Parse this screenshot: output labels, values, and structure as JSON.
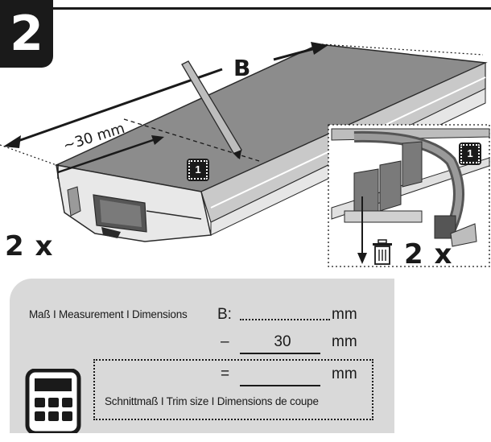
{
  "step": {
    "number": "2"
  },
  "illustration": {
    "dimension_label": "B",
    "cut_offset_label": "~30 mm",
    "quantity_main": "2 x",
    "quantity_inset": "2 x",
    "marker_main": "1",
    "marker_inset": "1",
    "icons": [
      "pencil-icon",
      "hacksaw-icon",
      "trash-icon",
      "calculator-icon"
    ]
  },
  "measurement": {
    "label": "Maß I Measurement I Dimensions",
    "b_label": "B:",
    "unit": "mm",
    "minus_sign": "–",
    "subtract_value": "30",
    "equals_sign": "=",
    "trim_label": "Schnittmaß I Trim size I Dimensions de coupe"
  },
  "colors": {
    "panel_bg": "#d9d9d9",
    "rail_top": "#8c8c8c",
    "ink": "#1a1a1a"
  }
}
